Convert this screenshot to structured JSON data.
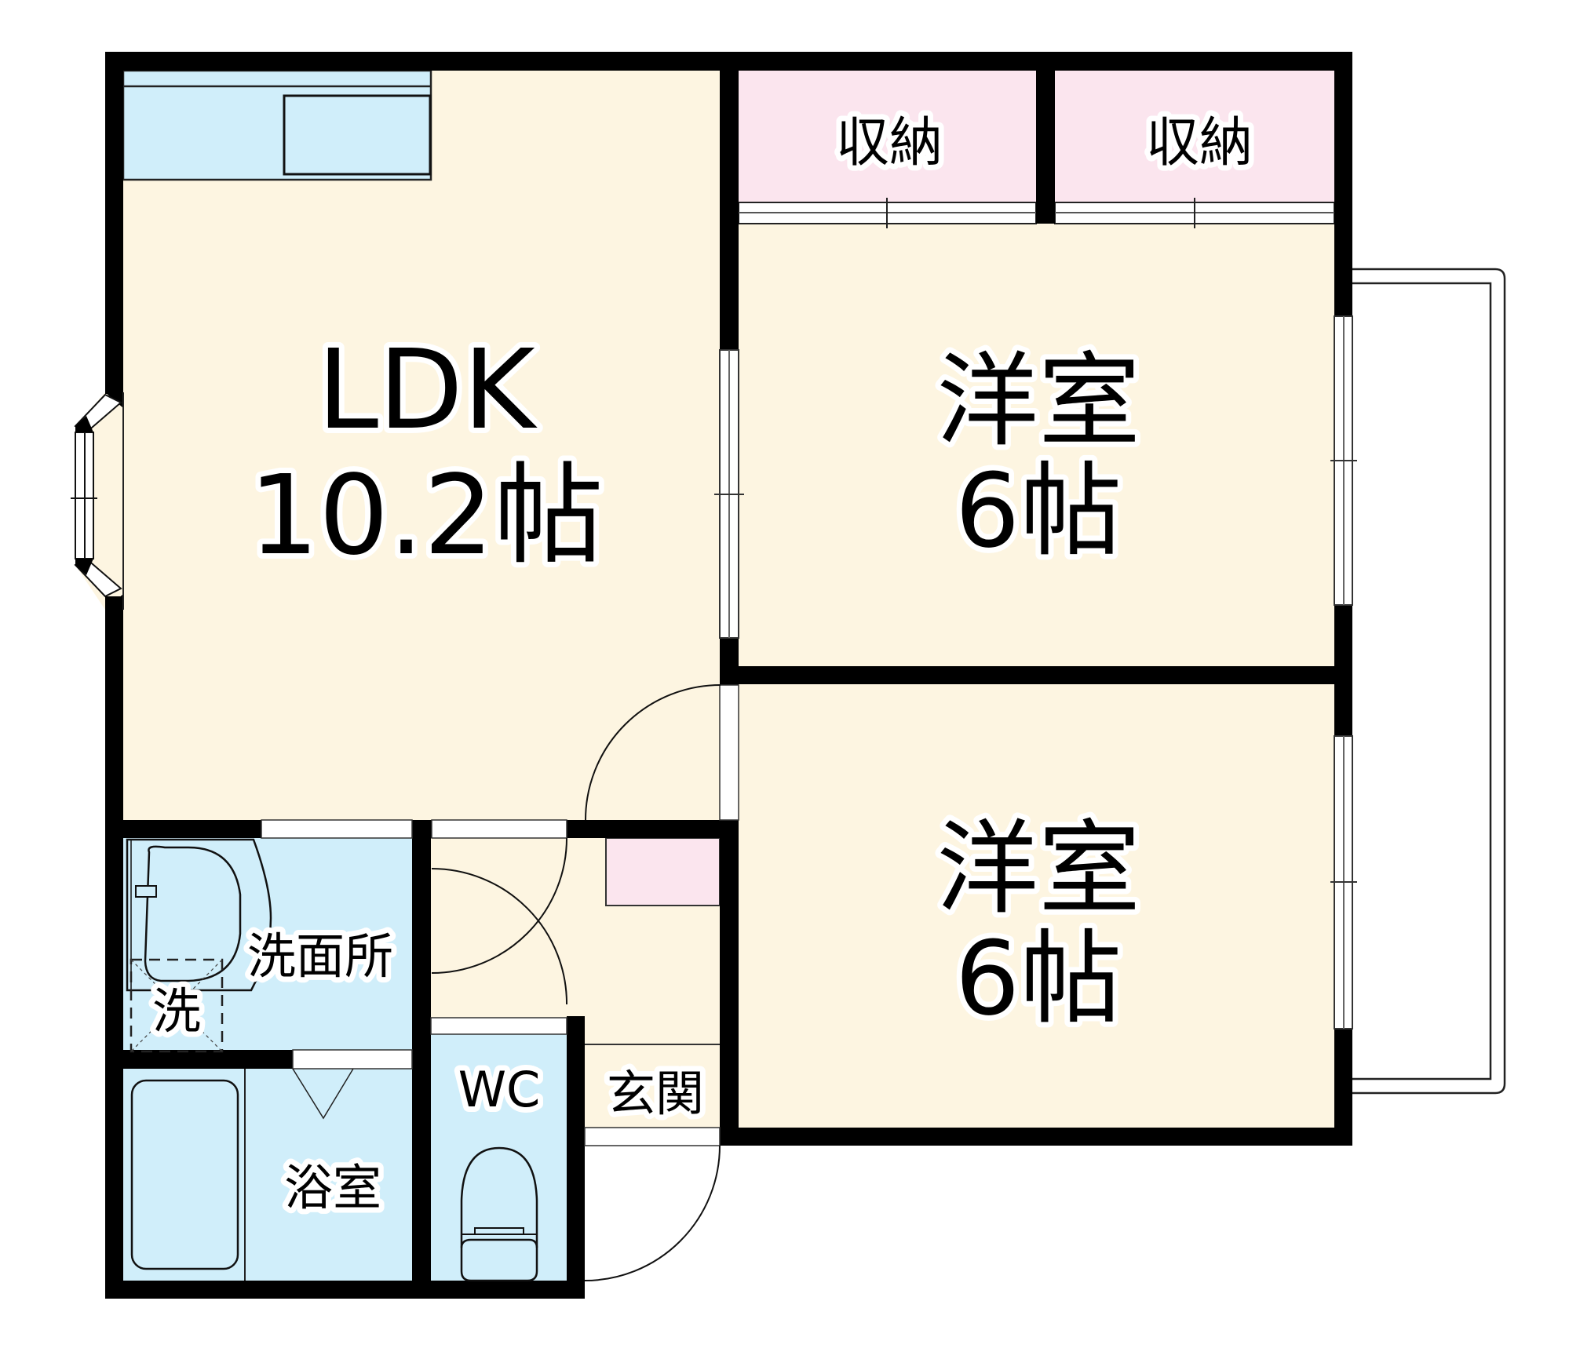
{
  "floorplan": {
    "colors": {
      "wall": "#000000",
      "living_floor": "#FDF5E1",
      "wet_area": "#D0EEFA",
      "storage": "#FBE5EE",
      "background": "#FFFFFF"
    },
    "rooms": {
      "ldk": {
        "name": "LDK",
        "size": "10.2帖"
      },
      "bedroom_upper": {
        "name": "洋室",
        "size": "6帖"
      },
      "bedroom_lower": {
        "name": "洋室",
        "size": "6帖"
      },
      "closet_left": {
        "name": "収納"
      },
      "closet_right": {
        "name": "収納"
      },
      "washroom": {
        "name": "洗面所"
      },
      "washer": {
        "name": "洗"
      },
      "bathroom": {
        "name": "浴室"
      },
      "toilet": {
        "name": "WC"
      },
      "entrance": {
        "name": "玄関"
      }
    }
  }
}
